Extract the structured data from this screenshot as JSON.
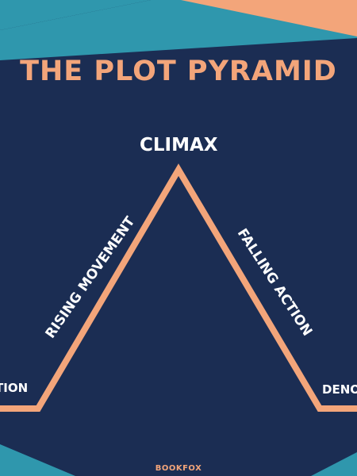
{
  "title": "THE PLOT PYRAMID",
  "labels": {
    "climax": "CLIMAX",
    "rising": "RISING MOVEMENT",
    "falling": "FALLING ACTION",
    "exposition_partial": "TION",
    "denouement_partial": "DENO"
  },
  "brand": "BOOKFOX",
  "colors": {
    "background": "#1b2d53",
    "accent_orange": "#f3a57a",
    "accent_teal": "#2f97ad",
    "text_white": "#ffffff"
  }
}
